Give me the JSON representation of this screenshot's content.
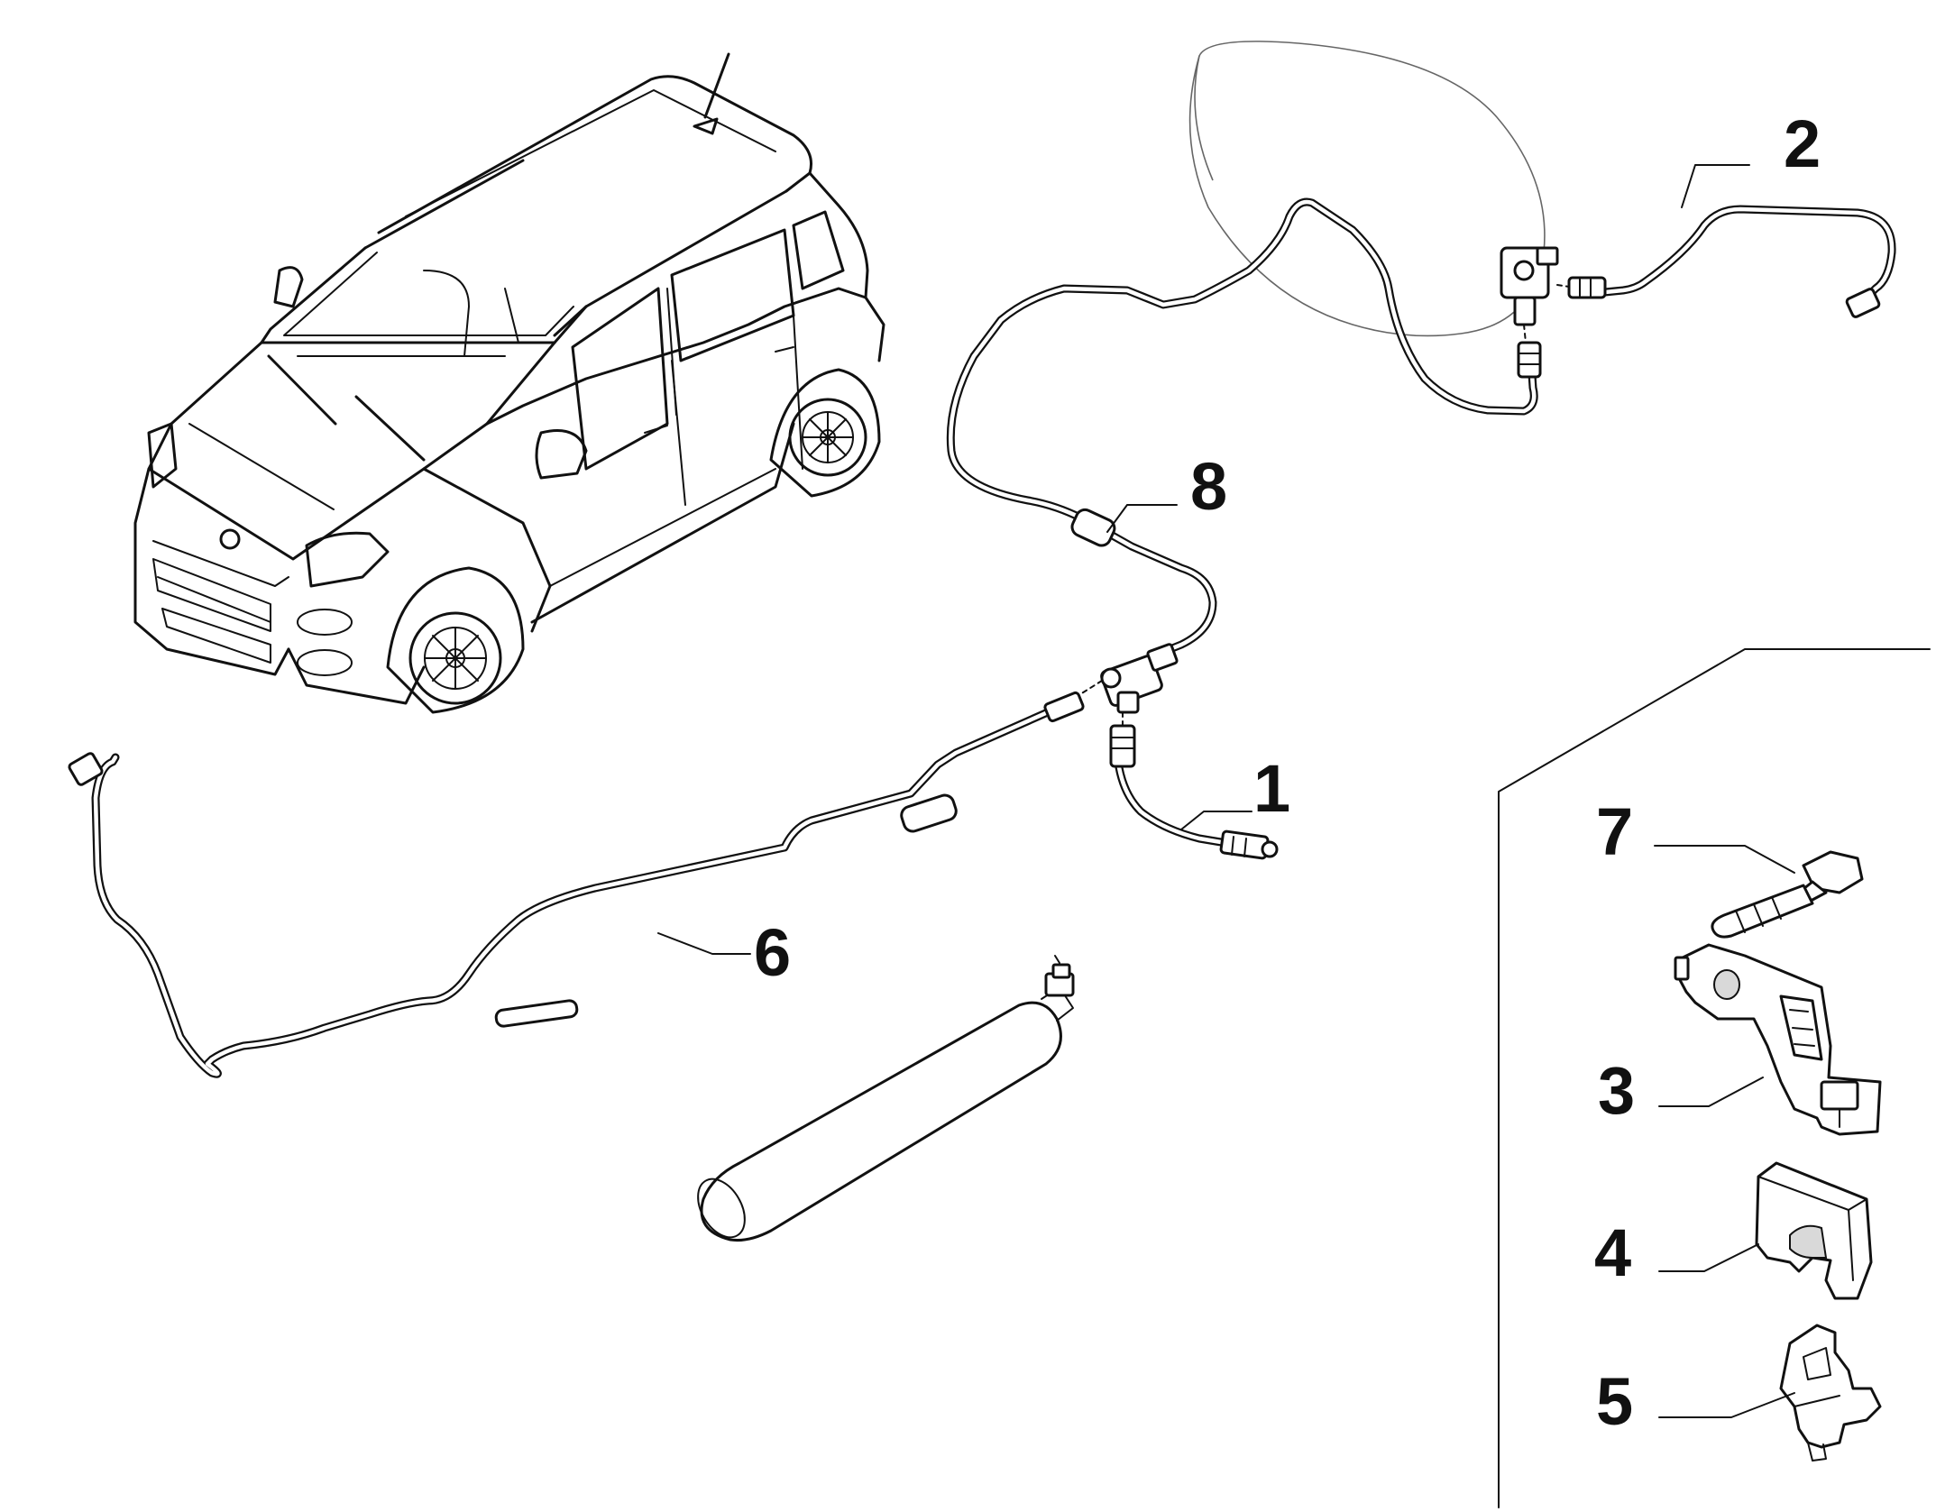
{
  "diagram": {
    "callouts": [
      {
        "id": "1",
        "label": "1"
      },
      {
        "id": "2",
        "label": "2"
      },
      {
        "id": "3",
        "label": "3"
      },
      {
        "id": "4",
        "label": "4"
      },
      {
        "id": "5",
        "label": "5"
      },
      {
        "id": "6",
        "label": "6"
      },
      {
        "id": "7",
        "label": "7"
      },
      {
        "id": "8",
        "label": "8"
      }
    ],
    "colors": {
      "line": "#111111",
      "background": "#ffffff"
    }
  }
}
